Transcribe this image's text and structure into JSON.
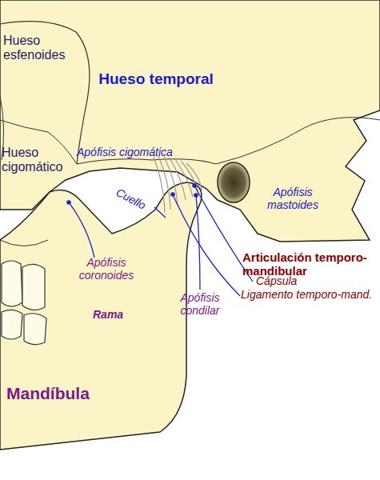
{
  "diagram": {
    "labels": [
      "Hueso esfenoides",
      "Hueso temporal",
      "Hueso cigomático",
      "Apófisis cigomática",
      "Cuello",
      "Apófisis mastoides",
      "Articulación temporo-mandibular",
      "Cápsula",
      "Ligamento temporo-mand.",
      "Apófisis coronoides",
      "Rama",
      "Apófisis condilar",
      "Mandíbula"
    ]
  }
}
